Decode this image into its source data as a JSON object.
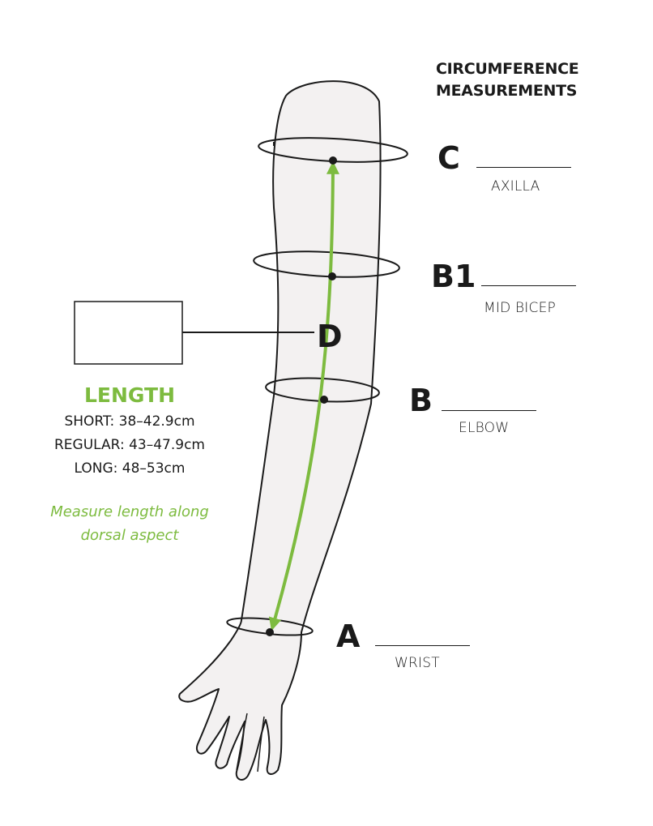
{
  "header": {
    "line1": "CIRCUMFERENCE",
    "line2": "MEASUREMENTS"
  },
  "colors": {
    "accent": "#7dbb3f",
    "ink": "#1a1a1a",
    "skin": "#f3f1f1"
  },
  "points": {
    "C": {
      "letter": "C",
      "caption": "AXILLA"
    },
    "B1": {
      "letter": "B1",
      "caption": "MID BICEP"
    },
    "D": {
      "letter": "D"
    },
    "B": {
      "letter": "B",
      "caption": "ELBOW"
    },
    "A": {
      "letter": "A",
      "caption": "WRIST"
    }
  },
  "length": {
    "title": "LENGTH",
    "short": "SHORT: 38–42.9cm",
    "regular": "REGULAR: 43–47.9cm",
    "long": "LONG: 48–53cm",
    "note_line1": "Measure length along",
    "note_line2": "dorsal aspect"
  }
}
